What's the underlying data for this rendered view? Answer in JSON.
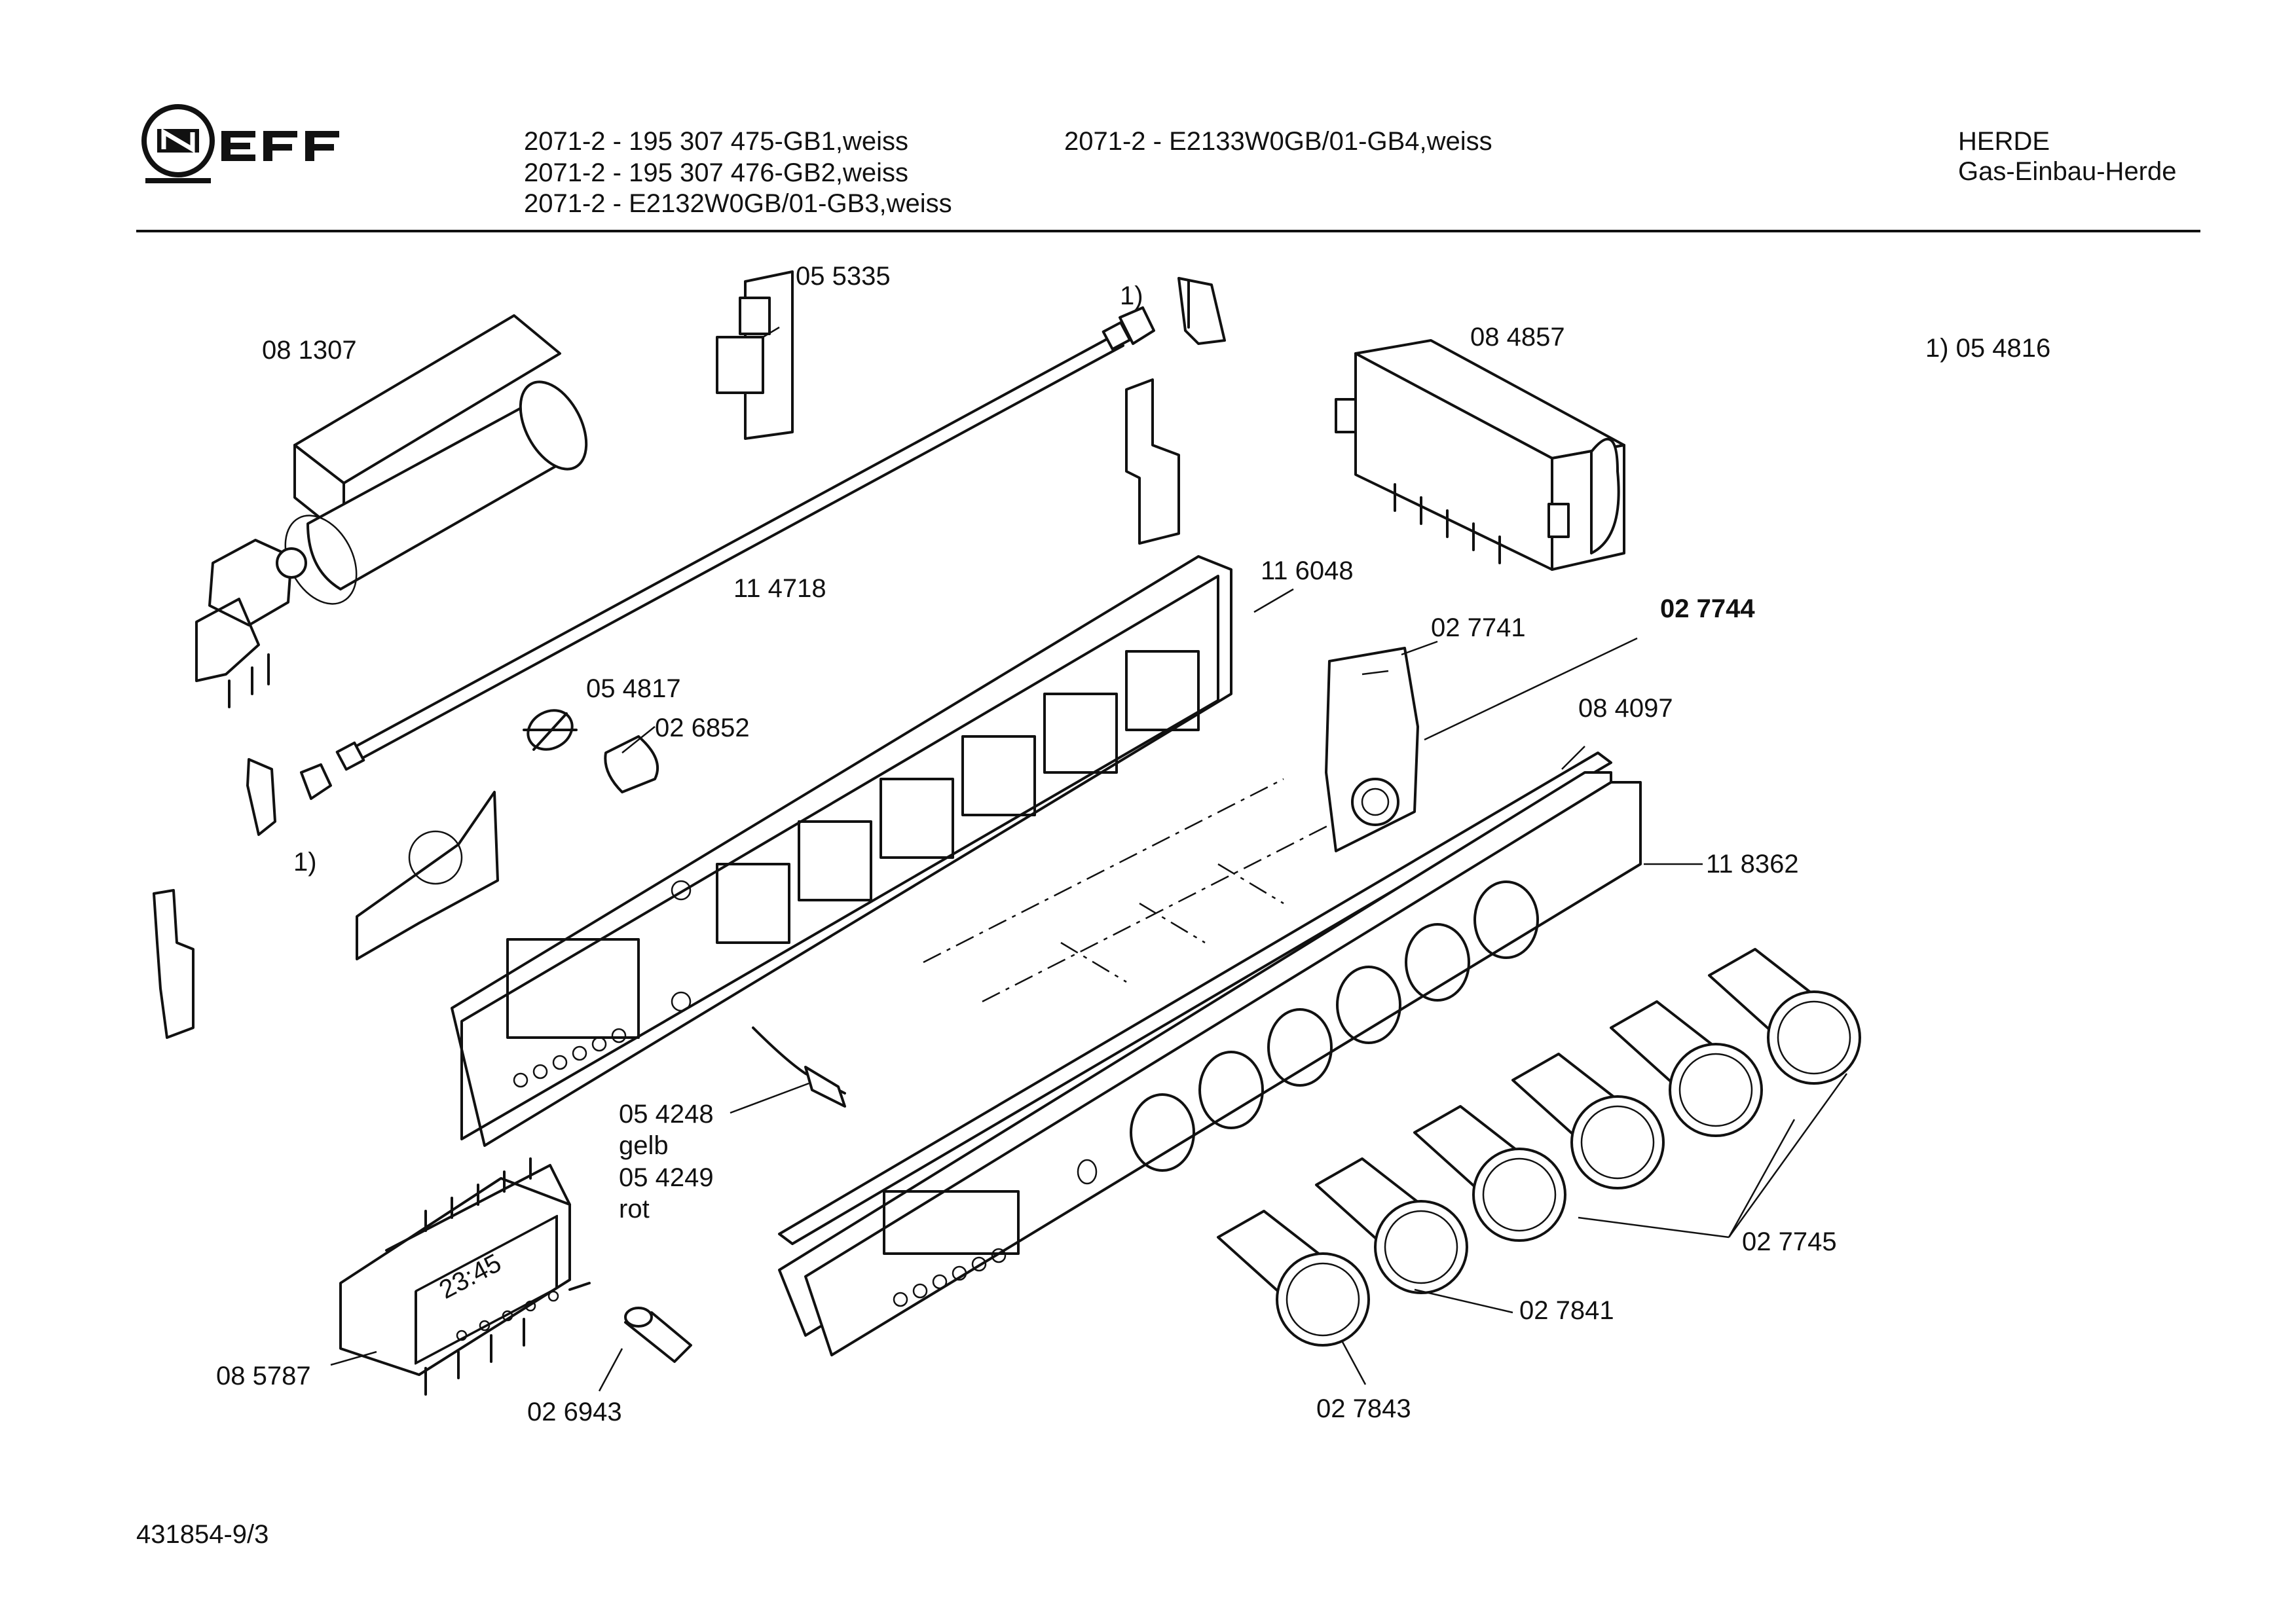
{
  "header": {
    "brand": "NEFF",
    "models_left": [
      "2071-2 - 195 307 475-GB1,weiss",
      "2071-2 - 195 307 476-GB2,weiss",
      "2071-2 - E2132W0GB/01-GB3,weiss"
    ],
    "model_right": "2071-2 - E2133W0GB/01-GB4,weiss",
    "category": "HERDE",
    "subcategory": "Gas-Einbau-Herde"
  },
  "footnote": "1) 05 4816",
  "doc_number": "431854-9/3",
  "clock_display": "23:45",
  "parts": {
    "p081307": "08 1307",
    "p055335": "05 5335",
    "p084857": "08 4857",
    "p114718": "11 4718",
    "p116048": "11 6048",
    "p027741": "02 7741",
    "p027744": "02 7744",
    "p054817": "05 4817",
    "p026852": "02 6852",
    "p084097": "08 4097",
    "p118362": "11 8362",
    "p054248": "05 4248",
    "p054248_note": "gelb",
    "p054249": "05 4249",
    "p054249_note": "rot",
    "p085787": "08 5787",
    "p026943": "02 6943",
    "p027745": "02 7745",
    "p027841": "02 7841",
    "p027843": "02 7843",
    "ref1_top": "1)",
    "ref1_bottom": "1)"
  }
}
